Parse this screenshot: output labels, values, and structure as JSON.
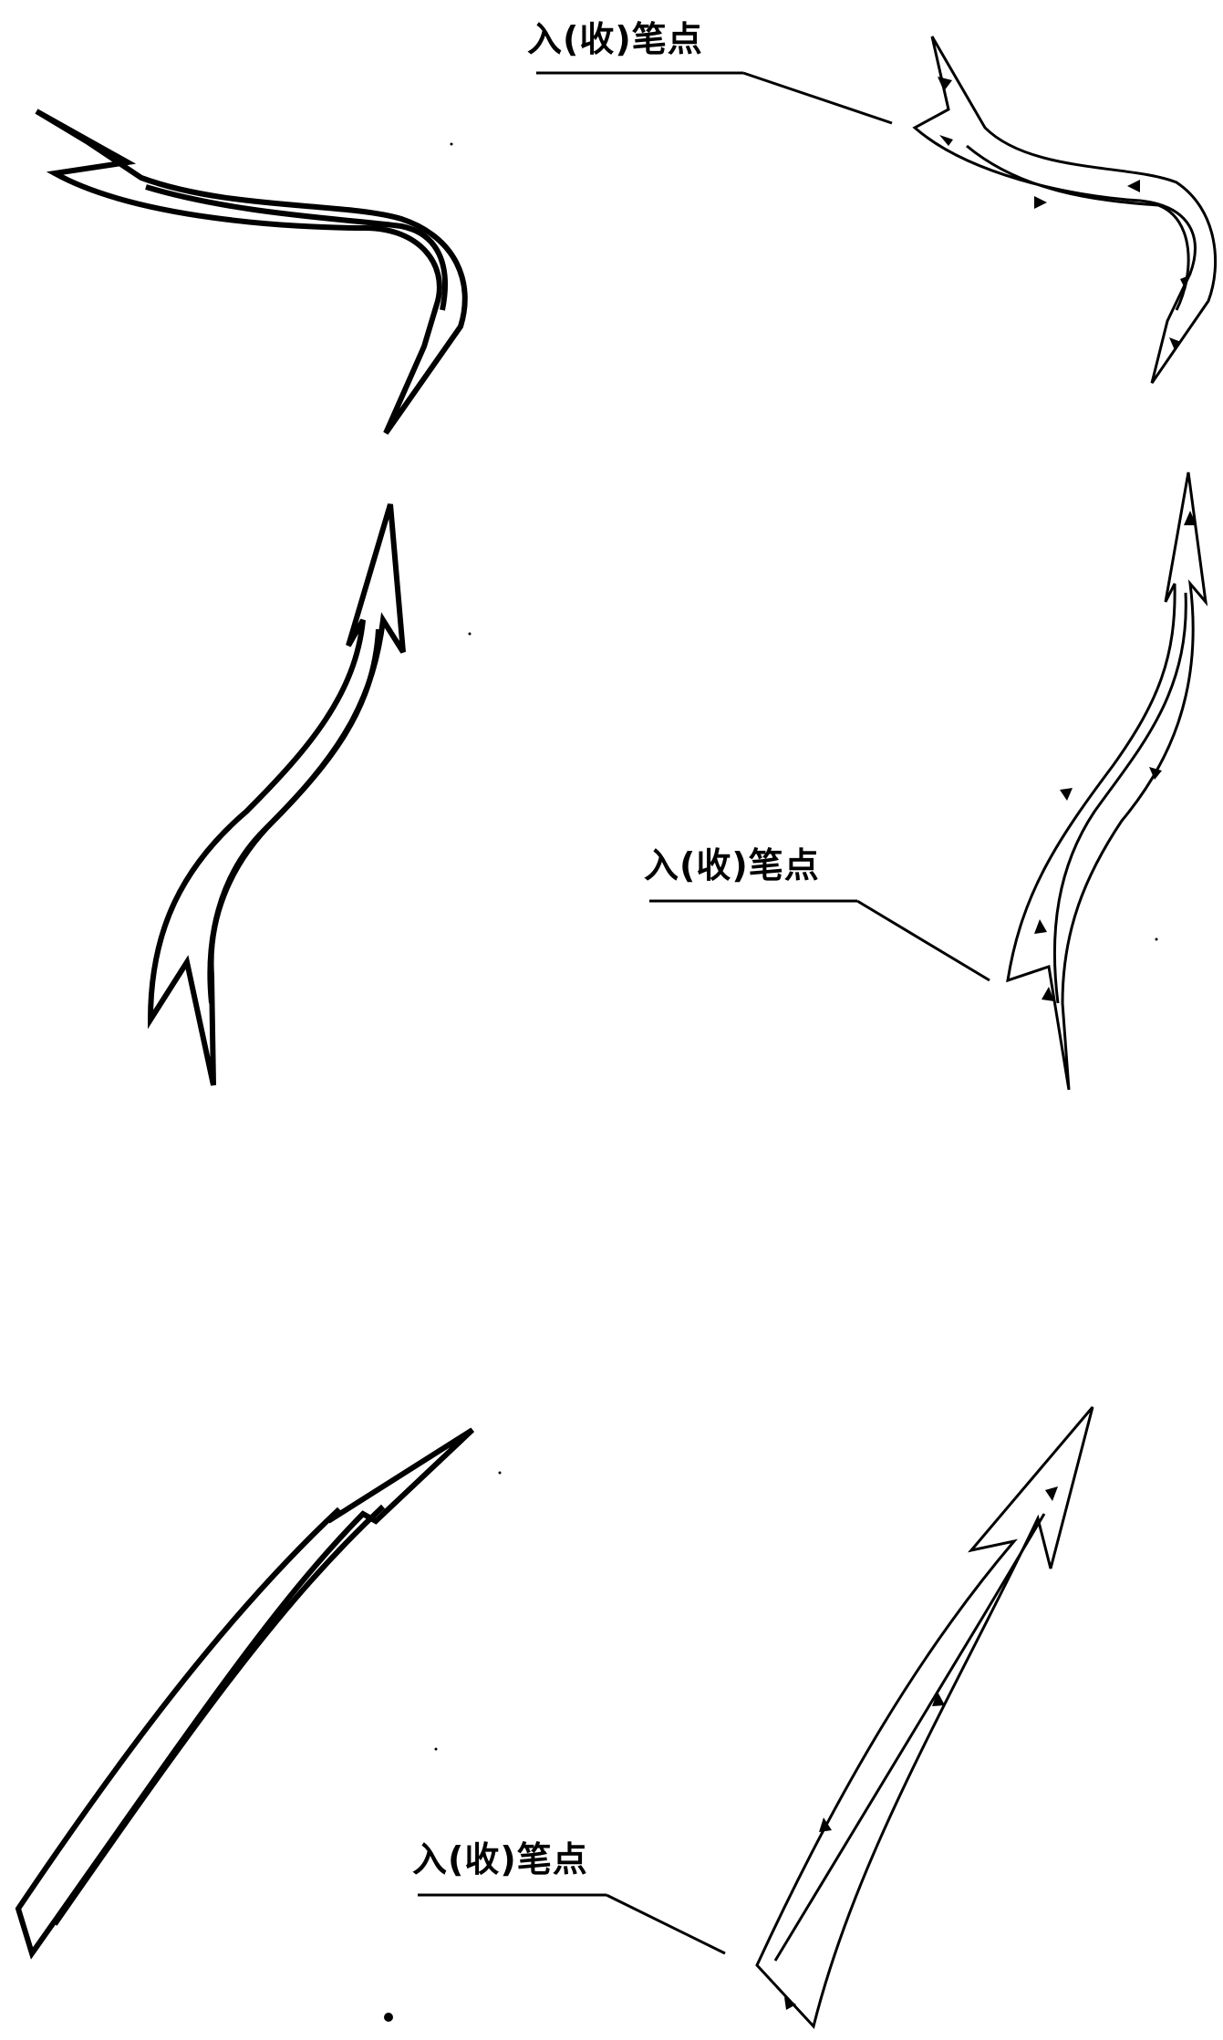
{
  "labels": {
    "entry_point_top": "入(收)笔点",
    "entry_point_mid": "入(收)笔点",
    "entry_point_bottom": "入(收)笔点"
  },
  "figures": [
    {
      "name": "hook-stroke-outline",
      "style": "thick"
    },
    {
      "name": "hook-stroke-path",
      "style": "thin-with-direction-arrows"
    },
    {
      "name": "rising-curve-stroke-outline",
      "style": "thick"
    },
    {
      "name": "rising-curve-stroke-path",
      "style": "thin-with-direction-arrows"
    },
    {
      "name": "diagonal-stroke-outline",
      "style": "thick"
    },
    {
      "name": "diagonal-stroke-path",
      "style": "thin-with-direction-arrows"
    }
  ]
}
